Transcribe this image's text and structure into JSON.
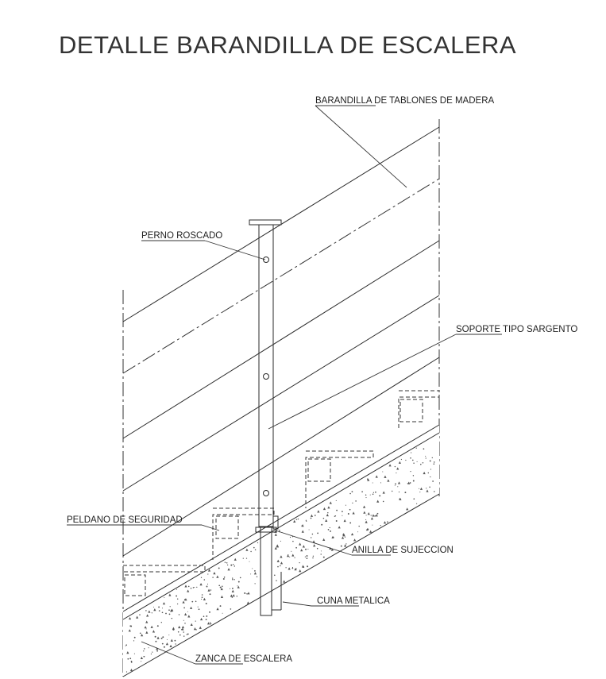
{
  "title": "DETALLE BARANDILLA DE ESCALERA",
  "labels": {
    "barandilla": "BARANDILLA DE TABLONES DE MADERA",
    "perno": "PERNO ROSCADO",
    "soporte": "SOPORTE TIPO SARGENTO",
    "peldano": "PELDANO DE SEGURIDAD",
    "anilla": "ANILLA DE SUJECCION",
    "cuna": "CUNA METALICA",
    "zanca": "ZANCA DE ESCALERA"
  }
}
